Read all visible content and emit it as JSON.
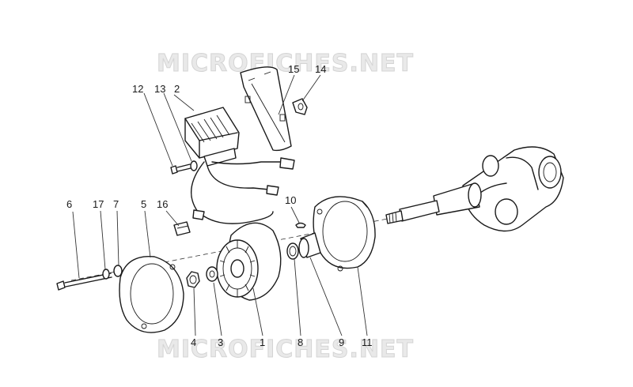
{
  "watermark": {
    "top": "MICROFICHES.NET",
    "bottom": "MICROFICHES.NET"
  },
  "parts": {
    "p1": "1",
    "p2": "2",
    "p3": "3",
    "p4": "4",
    "p5": "5",
    "p6": "6",
    "p7": "7",
    "p8": "8",
    "p9": "9",
    "p10": "10",
    "p11": "11",
    "p12": "12",
    "p13": "13",
    "p14": "14",
    "p15": "15",
    "p16": "16",
    "p17": "17"
  }
}
